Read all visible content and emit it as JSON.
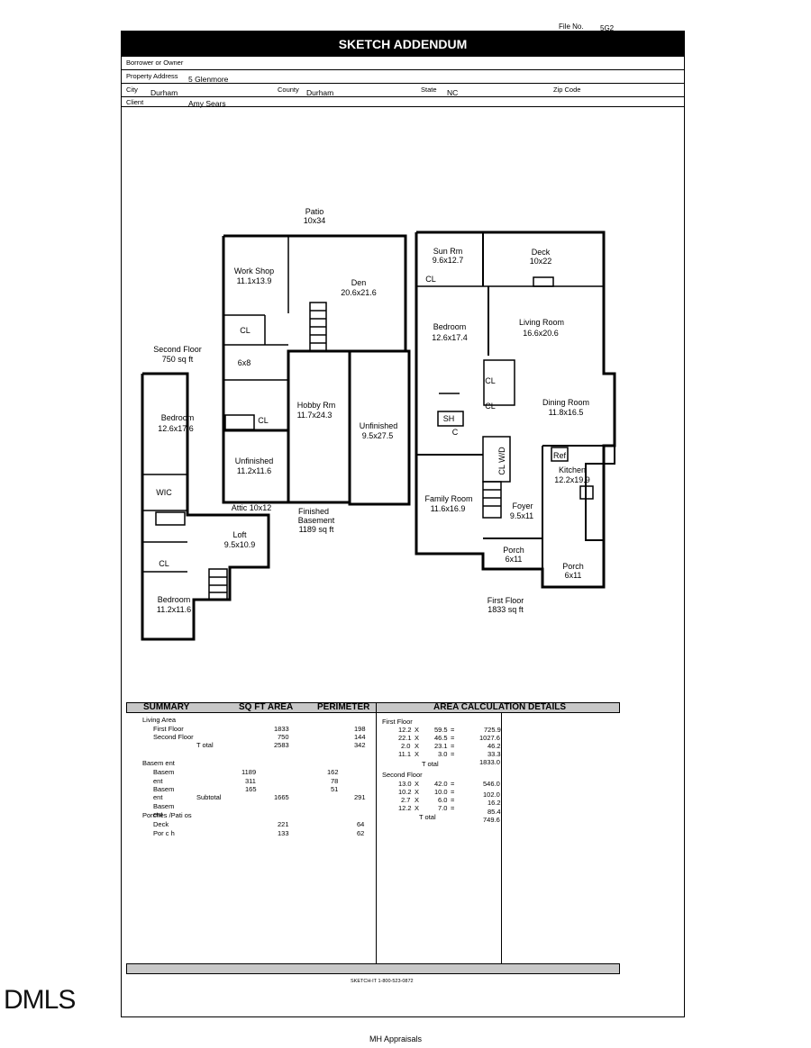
{
  "header": {
    "file_no_label": "File No.",
    "file_no": "5G2",
    "title": "SKETCH ADDENDUM",
    "borrower_label": "Borrower or Owner",
    "borrower": "",
    "property_label": "Property Address",
    "property": "5 Glenmore",
    "city_label": "City",
    "city": "Durham",
    "county_label": "County",
    "county": "Durham",
    "state_label": "State",
    "state": "NC",
    "zip_label": "Zip Code",
    "zip": "",
    "client_label": "Client",
    "client": "Amy Sears"
  },
  "plan": {
    "patio": [
      "Patio",
      "10x34"
    ],
    "second_floor": [
      "Second Floor",
      "750 sq ft"
    ],
    "finished_basement": [
      "Finished",
      "Basement",
      "1189 sq ft"
    ],
    "first_floor": [
      "First Floor",
      "1833 sq ft"
    ],
    "rooms": [
      {
        "name": "Work Shop",
        "size": "11.1x13.9"
      },
      {
        "name": "Den",
        "size": "20.6x21.6"
      },
      {
        "name": "CL",
        "size": ""
      },
      {
        "name": "6x8",
        "size": ""
      },
      {
        "name": "Hobby Rm",
        "size": "11.7x24.3"
      },
      {
        "name": "Unfinished",
        "size": "9.5x27.5"
      },
      {
        "name": "CL",
        "size": ""
      },
      {
        "name": "Unfinished",
        "size": "11.2x11.6"
      },
      {
        "name": "Attic 10x12",
        "size": ""
      },
      {
        "name": "Bedroom",
        "size": "12.6x17.6"
      },
      {
        "name": "WIC",
        "size": ""
      },
      {
        "name": "Loft",
        "size": "9.5x10.9"
      },
      {
        "name": "CL",
        "size": ""
      },
      {
        "name": "Bedroom",
        "size": "11.2x11.6"
      },
      {
        "name": "Sun Rm",
        "size": "9.6x12.7"
      },
      {
        "name": "Deck",
        "size": "10x22"
      },
      {
        "name": "CL",
        "size": ""
      },
      {
        "name": "Bedroom",
        "size": "12.6x17.4"
      },
      {
        "name": "Living Room",
        "size": "16.6x20.6"
      },
      {
        "name": "CL",
        "size": ""
      },
      {
        "name": "CL",
        "size": ""
      },
      {
        "name": "SH",
        "size": ""
      },
      {
        "name": "C",
        "size": ""
      },
      {
        "name": "Dining Room",
        "size": "11.8x16.5"
      },
      {
        "name": "CL W/D",
        "size": ""
      },
      {
        "name": "Ref",
        "size": ""
      },
      {
        "name": "Kitchen",
        "size": "12.2x19.9"
      },
      {
        "name": "Family Room",
        "size": "11.6x16.9"
      },
      {
        "name": "Foyer",
        "size": "9.5x11"
      },
      {
        "name": "Porch",
        "size": "6x11"
      },
      {
        "name": "Porch",
        "size": "6x11"
      }
    ]
  },
  "summary": {
    "headers": [
      "SUMMARY",
      "SQ FT AREA",
      "PERIMETER",
      "AREA CALCULATION DETAILS"
    ],
    "living_area": "Living Area",
    "rows": [
      {
        "label": "First Floor",
        "area": "1833",
        "perim": "198"
      },
      {
        "label": "Second Floor",
        "area": "750",
        "perim": "144"
      },
      {
        "label": "T otal",
        "area": "2583",
        "perim": "342"
      }
    ],
    "basement_title": "Basem ent",
    "basement_rows": [
      {
        "label": "Basem",
        "area": "1189",
        "perim": "162"
      },
      {
        "label": "ent",
        "area": "311",
        "perim": "78"
      },
      {
        "label": "Basem",
        "area": "165",
        "perim": "51"
      },
      {
        "label": "ent",
        "sub": "Subtotal",
        "area": "1665",
        "perim": "291"
      },
      {
        "label": "Basem",
        "area": "",
        "perim": ""
      },
      {
        "label": "ent",
        "area": "",
        "perim": ""
      }
    ],
    "porches_title": "Porches /Pati os",
    "porch_rows": [
      {
        "label": "Deck",
        "area": "221",
        "perim": "64"
      },
      {
        "label": "Por c h",
        "area": "133",
        "perim": "62"
      }
    ],
    "first_floor_title": "First Floor",
    "first_calc": [
      {
        "a": "12.2",
        "b": "59.5",
        "r": "725.9"
      },
      {
        "a": "22.1",
        "b": "46.5",
        "r": "1027.6"
      },
      {
        "a": "2.0",
        "b": "23.1",
        "r": "46.2"
      },
      {
        "a": "11.1",
        "b": "3.0",
        "r": "33.3"
      }
    ],
    "first_total_label": "T otal",
    "first_total": "1833.0",
    "second_floor_title": "Second Floor",
    "second_calc": [
      {
        "a": "13.0",
        "b": "42.0",
        "r": "546.0"
      },
      {
        "a": "10.2",
        "b": "10.0",
        "r": "102.0"
      },
      {
        "a": "2.7",
        "b": "6.0",
        "r": "16.2"
      },
      {
        "a": "12.2",
        "b": "7.0",
        "r": "85.4"
      }
    ],
    "second_total_label": "T otal",
    "second_total": "749.6"
  },
  "footer": {
    "credit": "SKETCH-IT 1-800-523-0872",
    "company": "MH Appraisals",
    "watermark": "DMLS"
  }
}
